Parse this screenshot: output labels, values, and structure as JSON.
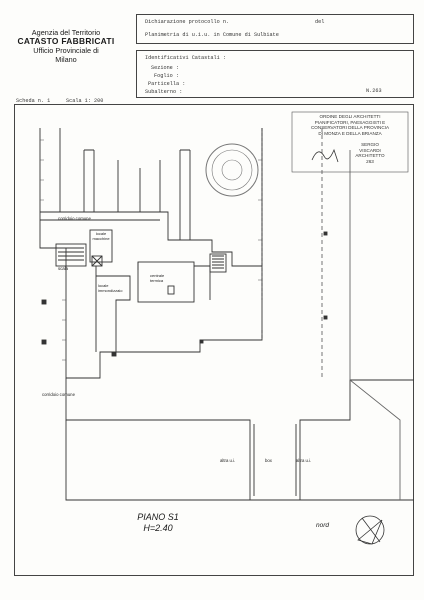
{
  "agency": {
    "line1": "Agenzia del Territorio",
    "line2": "CATASTO FABBRICATI",
    "line3": "Ufficio Provinciale di",
    "line4": "Milano"
  },
  "header": {
    "dichiarazione": "Dichiarazione protocollo n.",
    "del": "del",
    "planimetria": "Planimetria di u.i.u. in Comune di Sulbiate"
  },
  "identificativi": {
    "title": "Identificativi Catastali :",
    "sezione": "Sezione :",
    "foglio": "Foglio :",
    "particella": "Particella :",
    "subalterno": "Subalterno :"
  },
  "sheet": {
    "scheda": "Scheda n. 1",
    "scala": "Scala 1: 200",
    "number": "N.263"
  },
  "stamp": {
    "line1": "ORDINE DEGLI ARCHITETTI",
    "line2": "PIANIFICATORI, PAESAGGISTI E",
    "line3": "CONSERVATORI DELLA PROVINCIA",
    "line4": "DI MONZA E DELLA BRIANZA",
    "name1": "SERGIO",
    "name2": "VISCARDI",
    "role": "ARCHITETTO",
    "number": "263"
  },
  "rooms": {
    "corridoio_top": "corridoio comune",
    "locale_macchine": "locale macchine",
    "scala": "scala",
    "locale_immondizie": "locale immondizzaio",
    "centrale_termica": "centrale termica",
    "corridoio_bottom": "corridoio comune",
    "altra_left": "altra u.i.",
    "box": "box",
    "altra_right": "altra u.i."
  },
  "floor": {
    "piano": "PIANO S1",
    "height": "H=2.40"
  },
  "compass": {
    "label": "nord"
  }
}
